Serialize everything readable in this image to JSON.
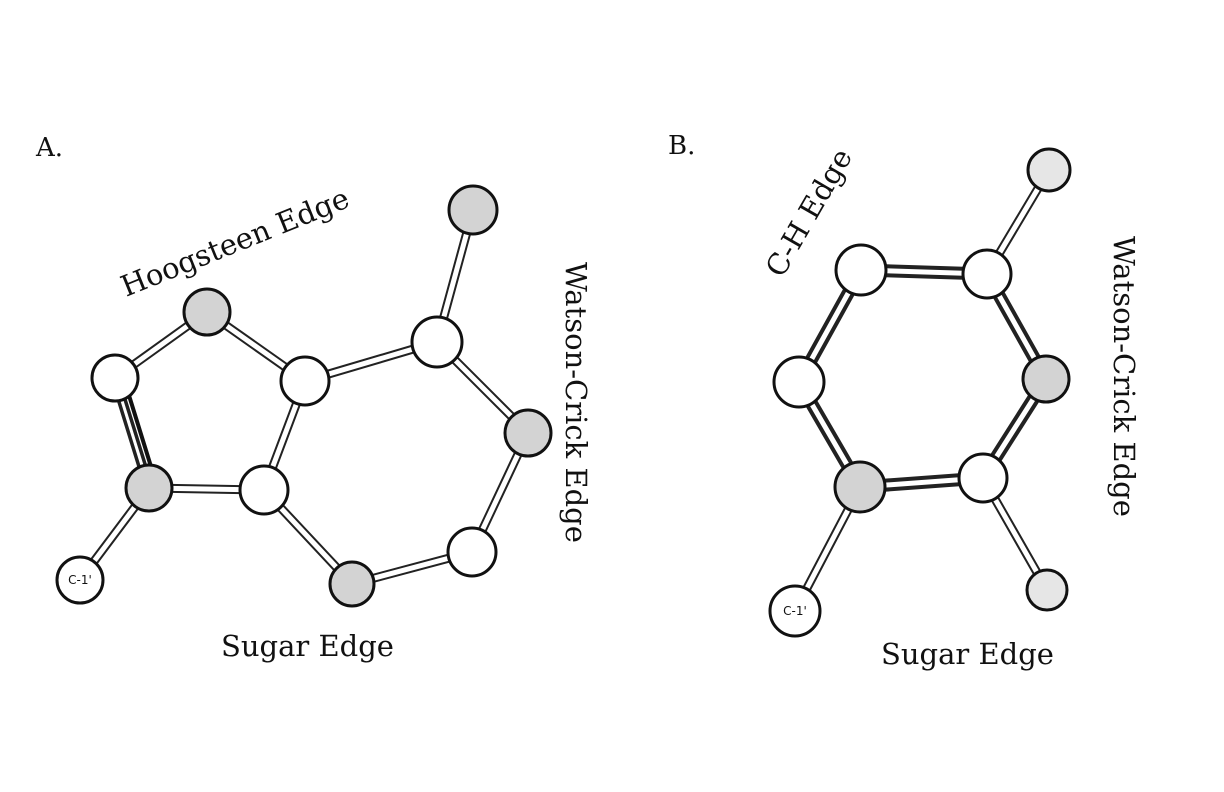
{
  "panels": [
    {
      "id": "A",
      "panel_label": "A.",
      "edges": {
        "hoogsteen": "Hoogsteen Edge",
        "watson_crick": "Watson-Crick Edge",
        "sugar": "Sugar Edge"
      },
      "anchor_label": "C-1'",
      "colors": {
        "light": "#ffffff",
        "shaded": "#d3d3d3"
      }
    },
    {
      "id": "B",
      "panel_label": "B.",
      "edges": {
        "ch": "C-H Edge",
        "watson_crick": "Watson-Crick Edge",
        "sugar": "Sugar Edge"
      },
      "anchor_label": "C-1'",
      "colors": {
        "light": "#ffffff",
        "shaded": "#d3d3d3",
        "pale": "#e6e6e6"
      }
    }
  ]
}
